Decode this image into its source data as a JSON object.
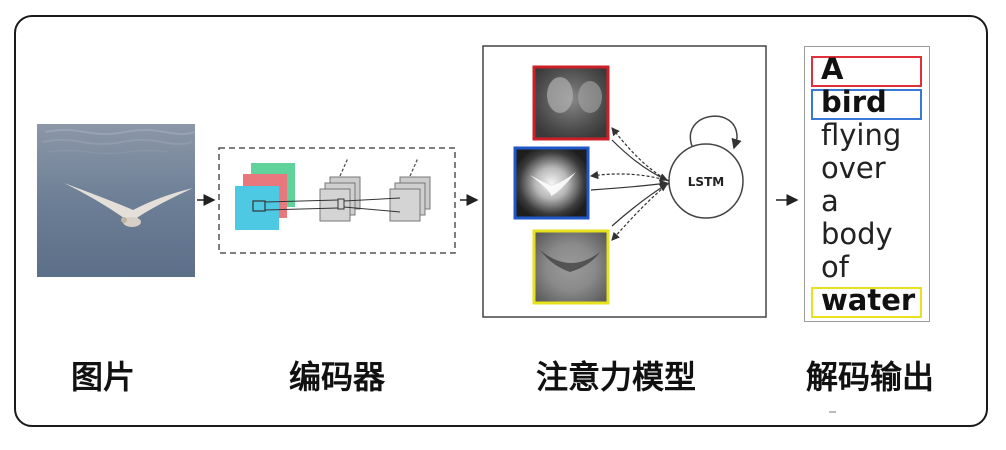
{
  "stages": [
    {
      "label": "图片"
    },
    {
      "label": "编码器"
    },
    {
      "label": "注意力模型"
    },
    {
      "label": "解码输出"
    }
  ],
  "lstm_label": "LSTM",
  "caption_words": [
    {
      "text": "A",
      "bold": true,
      "highlight": "#e0303a"
    },
    {
      "text": "bird",
      "bold": true,
      "highlight": "#3a78d8"
    },
    {
      "text": "flying",
      "bold": false
    },
    {
      "text": "over",
      "bold": false
    },
    {
      "text": "a",
      "bold": false
    },
    {
      "text": "body",
      "bold": false
    },
    {
      "text": "of",
      "bold": false
    },
    {
      "text": "water",
      "bold": true,
      "highlight": "#e8e020"
    }
  ],
  "attention_maps": [
    {
      "frame_color": "#cc1f28"
    },
    {
      "frame_color": "#1f57c8"
    },
    {
      "frame_color": "#e6e21e"
    }
  ],
  "colors": {
    "encoder_green": "#5fd39b",
    "encoder_red": "#e8787e",
    "encoder_cyan": "#4ec9e4",
    "photo_water": "#6d7f96"
  }
}
